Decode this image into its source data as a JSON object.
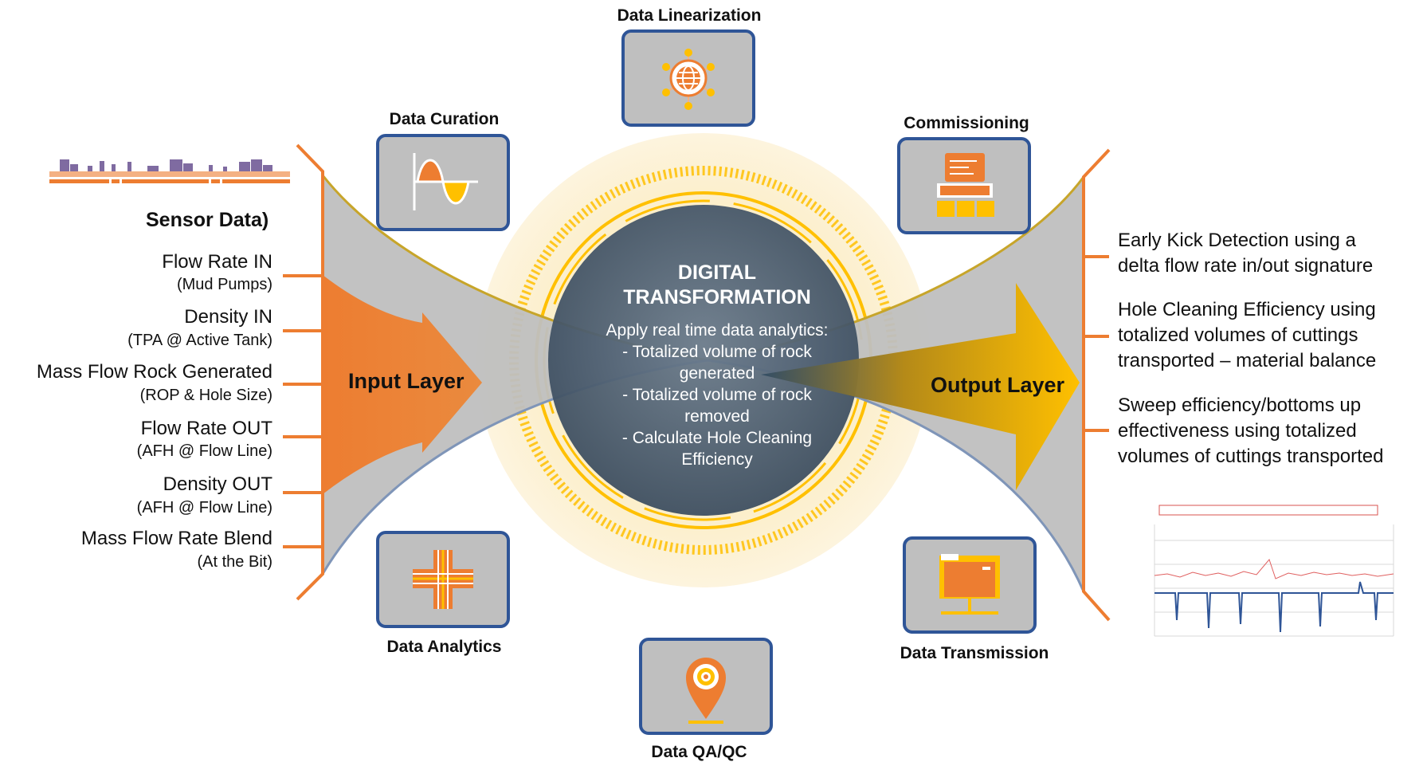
{
  "sensors": {
    "title": "Sensor Data)",
    "items": [
      {
        "name": "Flow Rate IN",
        "sub": "(Mud Pumps)"
      },
      {
        "name": "Density IN",
        "sub": "(TPA @ Active Tank)"
      },
      {
        "name": "Mass Flow Rock Generated",
        "sub": "(ROP & Hole Size)"
      },
      {
        "name": "Flow Rate OUT",
        "sub": "(AFH @ Flow Line)"
      },
      {
        "name": "Density OUT",
        "sub": "(AFH @ Flow Line)"
      },
      {
        "name": "Mass Flow Rate Blend",
        "sub": "(At the Bit)"
      }
    ]
  },
  "layers": {
    "input": "Input Layer",
    "output": "Output Layer"
  },
  "center": {
    "title_line1": "DIGITAL",
    "title_line2": "TRANSFORMATION",
    "intro": "Apply real time data analytics:",
    "items": [
      "-   Totalized volume of rock generated",
      "-   Totalized volume of rock removed",
      "-   Calculate Hole Cleaning Efficiency"
    ]
  },
  "stages": {
    "linearization": {
      "label": "Data Linearization",
      "icon": "network-globe-icon"
    },
    "curation": {
      "label": "Data Curation",
      "icon": "waveform-icon"
    },
    "commissioning": {
      "label": "Commissioning",
      "icon": "server-rack-icon"
    },
    "analytics": {
      "label": "Data Analytics",
      "icon": "crossroads-icon"
    },
    "qaqc": {
      "label": "Data QA/QC",
      "icon": "target-pin-icon"
    },
    "transmission": {
      "label": "Data Transmission",
      "icon": "folder-network-icon"
    }
  },
  "outcomes": [
    {
      "line1": "Early Kick Detection using a",
      "line2": "delta flow rate in/out signature"
    },
    {
      "line1": "Hole Cleaning Efficiency using",
      "line2": "totalized volumes of cuttings",
      "line3": "transported – material balance"
    },
    {
      "line1": "Sweep efficiency/bottoms up",
      "line2": "effectiveness using totalized",
      "line3": "volumes of cuttings transported"
    }
  ],
  "colors": {
    "orange": "#ed7d31",
    "gold": "#ffc000",
    "navy": "#2f5597",
    "grey": "#bfbfbf",
    "center": "#44546a"
  }
}
